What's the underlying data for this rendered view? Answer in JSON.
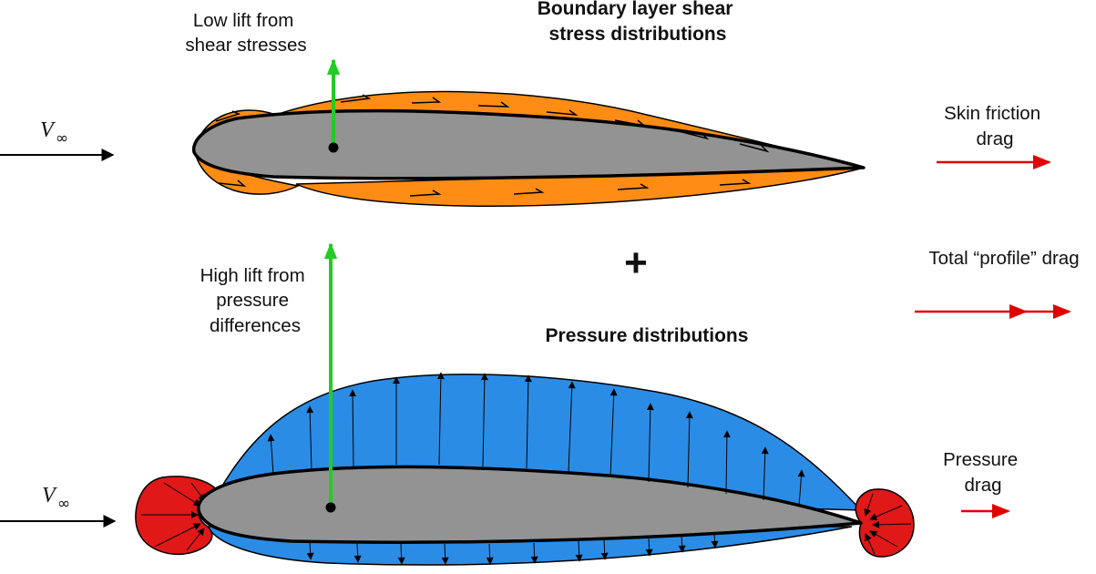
{
  "labels": {
    "low_lift": [
      "Low lift from",
      "shear stresses"
    ],
    "shear_title": [
      "Boundary layer shear",
      "stress distributions"
    ],
    "skin_friction": [
      "Skin friction",
      "drag"
    ],
    "plus_sign": "+",
    "total_drag": "Total “profile” drag",
    "high_lift": [
      "High lift from",
      "pressure",
      "differences"
    ],
    "pressure_title": "Pressure distributions",
    "pressure_drag": [
      "Pressure",
      "drag"
    ],
    "freestream_symbol": "V",
    "freestream_subscript": "∞"
  },
  "colors": {
    "shear_fill": "#ff8c14",
    "pressure_suction_fill": "#2b8ce6",
    "pressure_stagnation_fill": "#e01818",
    "airfoil_fill": "#939393",
    "lift_arrow": "#22cc22",
    "drag_arrow": "#e00000",
    "outline": "#000000"
  }
}
